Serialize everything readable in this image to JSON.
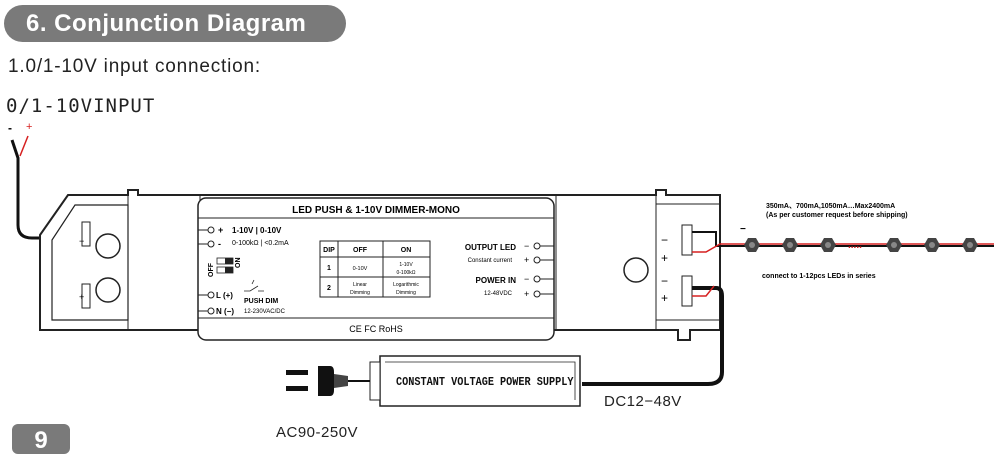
{
  "section": {
    "number_title": "6. Conjunction Diagram",
    "number": "9"
  },
  "subtitle": "1.0/1-10V input connection:",
  "input_label": "0/1-10VINPUT",
  "wire_polarity": {
    "minus": "-",
    "plus": "+"
  },
  "device": {
    "title": "LED PUSH & 1-10V DIMMER-MONO",
    "inputs": {
      "dim_plus": "+",
      "dim_minus": "-",
      "dim_spec_1": "1-10V | 0-10V",
      "dim_spec_2": "0-100kΩ | <0.2mA",
      "switch_off": "OFF",
      "switch_on": "ON",
      "L": "L (+)",
      "N": "N (−)",
      "push_dim": "PUSH DIM",
      "push_volt": "12-230VAC/DC"
    },
    "dip_table": {
      "headers": [
        "DIP",
        "OFF",
        "ON"
      ],
      "rows": [
        [
          "1",
          "0-10V",
          "1-10V",
          "0-100kΩ"
        ],
        [
          "2",
          "Linear",
          "Dimming",
          "Logarithmic",
          "Dimming"
        ]
      ]
    },
    "outputs": {
      "output_led": "OUTPUT LED",
      "constant_current": "Constant current",
      "power_in": "POWER IN",
      "power_volt": "12-48VDC",
      "minus": "−",
      "plus": "+"
    },
    "certs": "CE FC RoHS"
  },
  "terminal_marks": {
    "minus": "−",
    "plus": "+"
  },
  "led_strip": {
    "spec_line_1": "350mA、700mA,1050mA…Max2400mA",
    "spec_line_2": "(As per customer request before shipping)",
    "series_note": "connect to 1-12pcs LEDs in series",
    "dots": ".....",
    "minus": "−"
  },
  "power_supply": {
    "label": "CONSTANT VOLTAGE POWER SUPPLY",
    "ac_label": "AC90-250V",
    "dc_label": "DC12−48V"
  },
  "colors": {
    "pill": "#7a7a7a",
    "wire_red": "#d62020",
    "wire_black": "#111111"
  }
}
